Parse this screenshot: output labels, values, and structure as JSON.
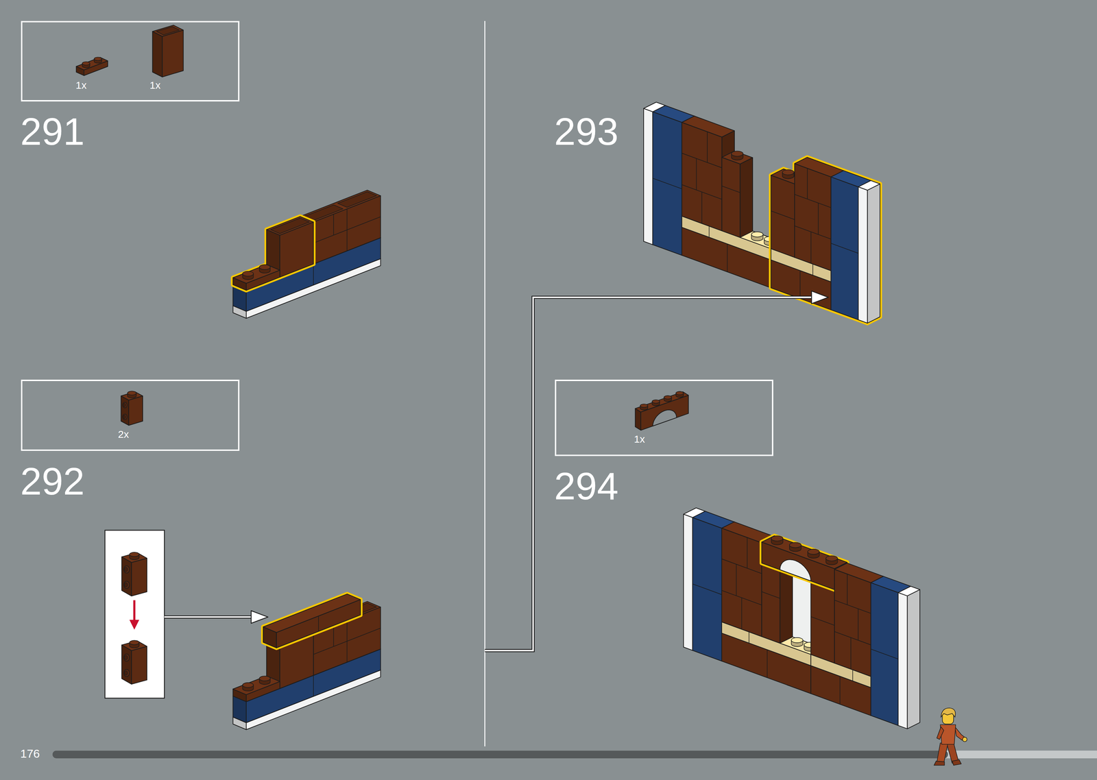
{
  "diagram": {
    "nodes": [
      {
        "text": [
          "1x",
          "1x"
        ]
      },
      {
        "text": [
          "2x"
        ]
      },
      {
        "text": [
          "1x"
        ]
      }
    ],
    "labels": [
      "291",
      "292",
      "293",
      "294",
      "176"
    ]
  }
}
